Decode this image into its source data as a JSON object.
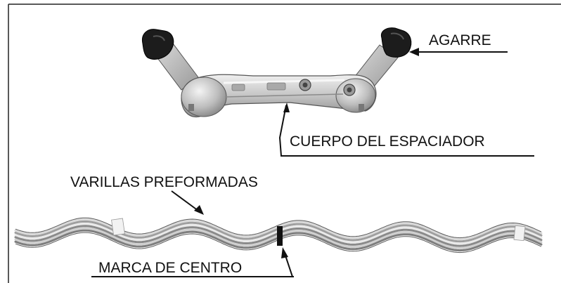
{
  "labels": {
    "grip": "AGARRE",
    "spacer_body": "CUERPO DEL ESPACIADOR",
    "preformed_rods": "VARILLAS PREFORMADAS",
    "center_mark": "MARCA DE CENTRO"
  },
  "colors": {
    "metal_light": "#e2e2e2",
    "metal_mid": "#b4b4b4",
    "metal_dark": "#7a7a7a",
    "rubber": "#1c1c1c",
    "line": "#111111"
  }
}
